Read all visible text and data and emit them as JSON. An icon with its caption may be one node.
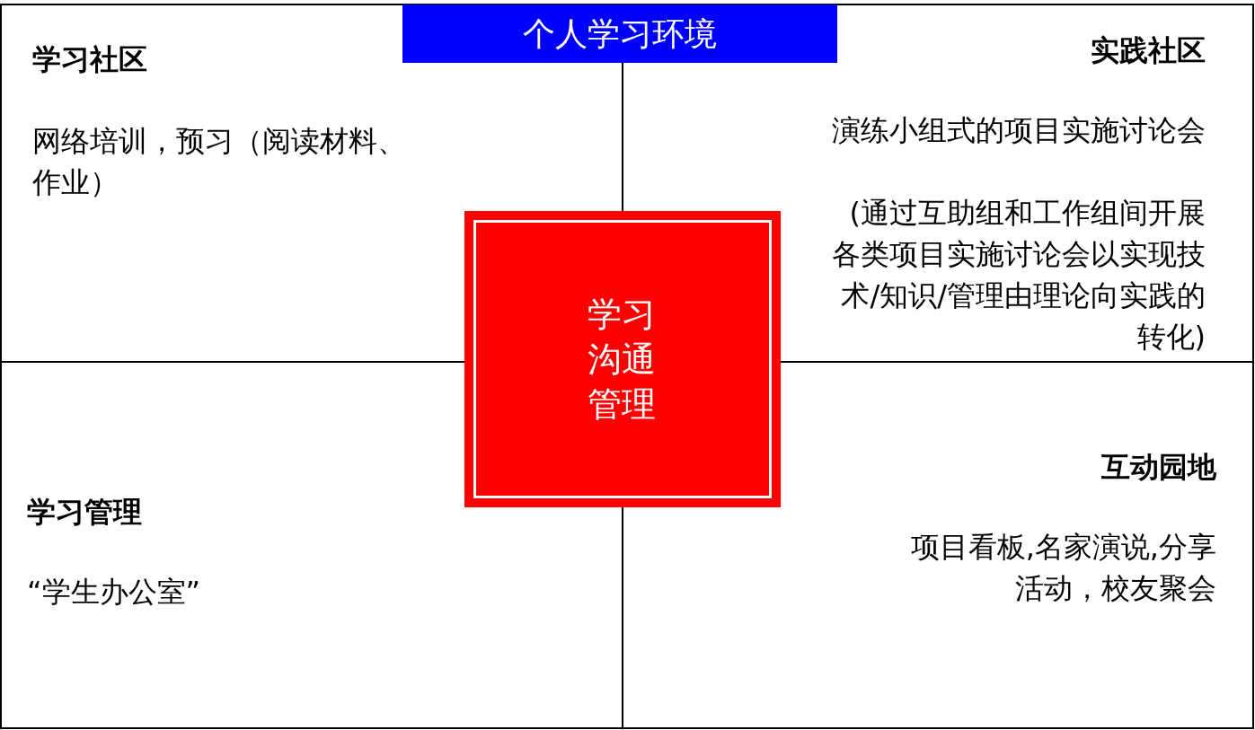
{
  "diagram": {
    "nodes": [
      {
        "text": [
          "学习社区",
          "网络培训，预习（阅读材料、作业）"
        ]
      },
      {
        "text": [
          "实践社区",
          "演练小组式的项目实施讨论会",
          "(通过互助组和工作组间开展各类项目实施讨论会以实现技术/知识/管理由理论向实践的转化)"
        ]
      },
      {
        "text": [
          "学习管理",
          "“学生办公室”"
        ]
      },
      {
        "text": [
          "互动园地",
          "项目看板,名家演说,分享活动，校友聚会"
        ]
      },
      {
        "text": [
          "个人学习环境"
        ]
      },
      {
        "text": [
          "学习沟通管理"
        ]
      }
    ],
    "edges": []
  }
}
